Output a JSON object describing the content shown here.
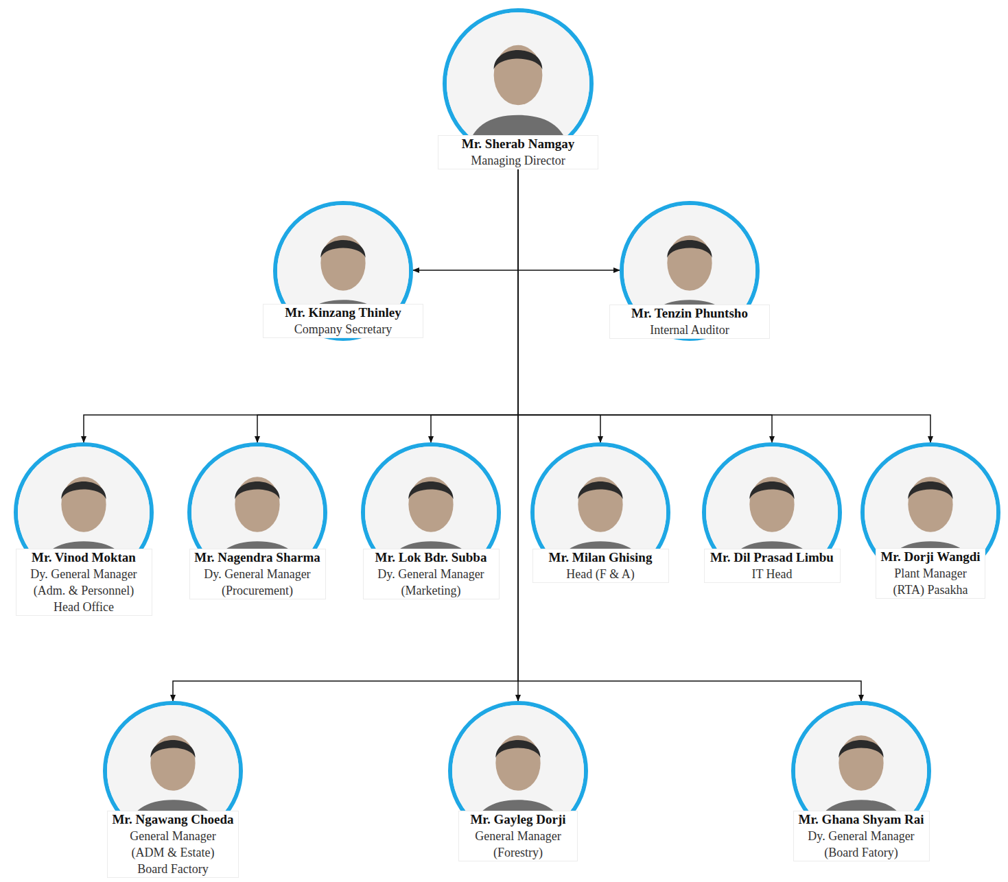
{
  "diagram": {
    "nodes": [
      {
        "text": [
          "Mr. Sherab Namgay",
          "Managing Director"
        ]
      },
      {
        "text": [
          "Mr. Kinzang Thinley",
          "Company Secretary"
        ]
      },
      {
        "text": [
          "Mr. Tenzin Phuntsho",
          "Internal Auditor"
        ]
      },
      {
        "text": [
          "Mr. Vinod Moktan",
          "Dy. General Manager (Adm. & Personnel) Head Office"
        ]
      },
      {
        "text": [
          "Mr. Nagendra Sharma",
          "Dy. General Manager (Procurement)"
        ]
      },
      {
        "text": [
          "Mr. Lok Bdr. Subba",
          "Dy. General Manager (Marketing)"
        ]
      },
      {
        "text": [
          "Mr. Milan Ghising",
          "Head (F & A)"
        ]
      },
      {
        "text": [
          "Mr. Dil Prasad Limbu",
          "IT Head"
        ]
      },
      {
        "text": [
          "Mr. Dorji Wangdi",
          "Plant Manager (RTA) Pasakha"
        ]
      },
      {
        "text": [
          "Mr. Ngawang Choeda",
          "General Manager (ADM & Estate) Board Factory"
        ]
      },
      {
        "text": [
          "Mr. Gayleg Dorji",
          "General Manager (Forestry)"
        ]
      },
      {
        "text": [
          "Mr. Ghana Shyam Rai",
          "Dy. General Manager (Board Fatory)"
        ]
      }
    ],
    "edges": [
      {
        "from": 0,
        "to": 1,
        "arrow": "to"
      },
      {
        "from": 0,
        "to": 2,
        "arrow": "to"
      },
      {
        "from": 0,
        "to": 3,
        "arrow": "to"
      },
      {
        "from": 0,
        "to": 4,
        "arrow": "to"
      },
      {
        "from": 0,
        "to": 5,
        "arrow": "to"
      },
      {
        "from": 0,
        "to": 6,
        "arrow": "to"
      },
      {
        "from": 0,
        "to": 7,
        "arrow": "to"
      },
      {
        "from": 0,
        "to": 8,
        "arrow": "to"
      },
      {
        "from": 0,
        "to": 9,
        "arrow": "to"
      },
      {
        "from": 0,
        "to": 10,
        "arrow": "to"
      },
      {
        "from": 0,
        "to": 11,
        "arrow": "to"
      }
    ]
  }
}
